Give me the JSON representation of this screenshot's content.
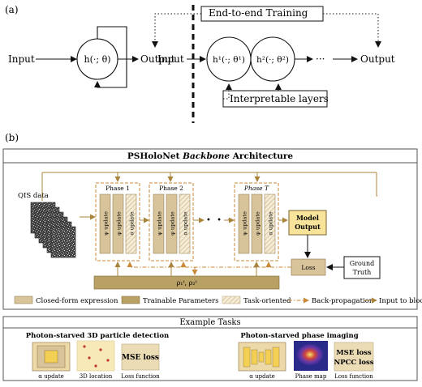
{
  "panel_a": {
    "label": "(a)",
    "left": {
      "input": "Input",
      "output": "Output",
      "func": "h(·; θ)"
    },
    "right": {
      "input": "Input",
      "output": "Output",
      "h1": "h¹(·; θ¹)",
      "h2": "h²(·; θ²)",
      "dots": "···",
      "training": "End-to-end Training",
      "interpretable": "Interpretable layers"
    }
  },
  "panel_b": {
    "label": "(b)",
    "title_prefix": "PSHoloNet ",
    "title_italic": "Backbone",
    "title_suffix": " Architecture",
    "qis": "QIS data",
    "phases": [
      {
        "label": "Phase 1",
        "cols": [
          "ψ update",
          "φ update",
          "α update"
        ]
      },
      {
        "label": "Phase 2",
        "cols": [
          "ψ update",
          "φ update",
          "α update"
        ]
      },
      {
        "label": "Phase T",
        "cols": [
          "ψ update",
          "φ update",
          "α update"
        ]
      }
    ],
    "middle_dots": "• • •",
    "model_output_line1": "Model",
    "model_output_line2": "Output",
    "loss": "Loss",
    "ground_truth_line1": "Ground",
    "ground_truth_line2": "Truth",
    "params": "ρ₁ᵗ, ρ₂ᵗ",
    "legend": [
      "Closed-form expression",
      "Trainable Parameters",
      "Task-oriented",
      "Back-propagation",
      "Input to block"
    ]
  },
  "example_tasks": {
    "title": "Example Tasks",
    "task1": {
      "title": "Photon-starved 3D particle detection",
      "captions": [
        "α update",
        "3D location",
        "Loss function"
      ],
      "loss_box": "MSE loss"
    },
    "task2": {
      "title": "Photon-starved phase imaging",
      "captions": [
        "α update",
        "Phase map",
        "Loss function"
      ],
      "loss_line1": "MSE loss",
      "loss_line2": "NPCC loss"
    }
  },
  "colors": {
    "closed_form": "#d8c49b",
    "trainable": "#b9a064",
    "task_oriented": "#f4ecd6",
    "model_output": "#f7e39a",
    "arrow_brown": "#a8843c",
    "dashed_orange": "#c98a3a"
  }
}
